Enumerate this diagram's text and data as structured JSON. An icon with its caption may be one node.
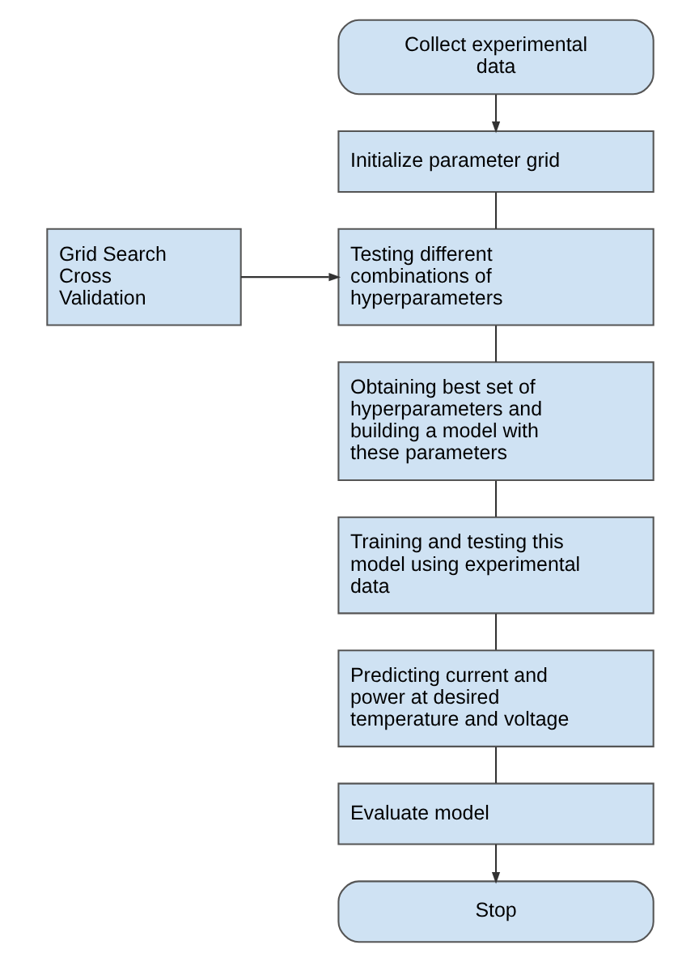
{
  "diagram": {
    "nodes": [
      {
        "text": [
          "Collect experimental data"
        ]
      },
      {
        "text": [
          "Initialize parameter grid"
        ]
      },
      {
        "text": [
          "Grid Search Cross Validation"
        ]
      },
      {
        "text": [
          "Testing different combinations of hyperparameters"
        ]
      },
      {
        "text": [
          "Obtaining best set of hyperparameters and building a model with these parameters"
        ]
      },
      {
        "text": [
          "Training and testing this model using experimental data"
        ]
      },
      {
        "text": [
          "Predicting current and power at desired temperature and voltage"
        ]
      },
      {
        "text": [
          "Evaluate model"
        ]
      },
      {
        "text": [
          "Stop"
        ]
      }
    ],
    "edges": [
      {
        "from": 0,
        "to": 1,
        "arrow": "to"
      },
      {
        "from": 1,
        "to": 3,
        "arrow": "none"
      },
      {
        "from": 2,
        "to": 3,
        "arrow": "to"
      },
      {
        "from": 3,
        "to": 4,
        "arrow": "none"
      },
      {
        "from": 4,
        "to": 5,
        "arrow": "none"
      },
      {
        "from": 5,
        "to": 6,
        "arrow": "none"
      },
      {
        "from": 6,
        "to": 7,
        "arrow": "none"
      },
      {
        "from": 7,
        "to": 8,
        "arrow": "to"
      }
    ]
  }
}
